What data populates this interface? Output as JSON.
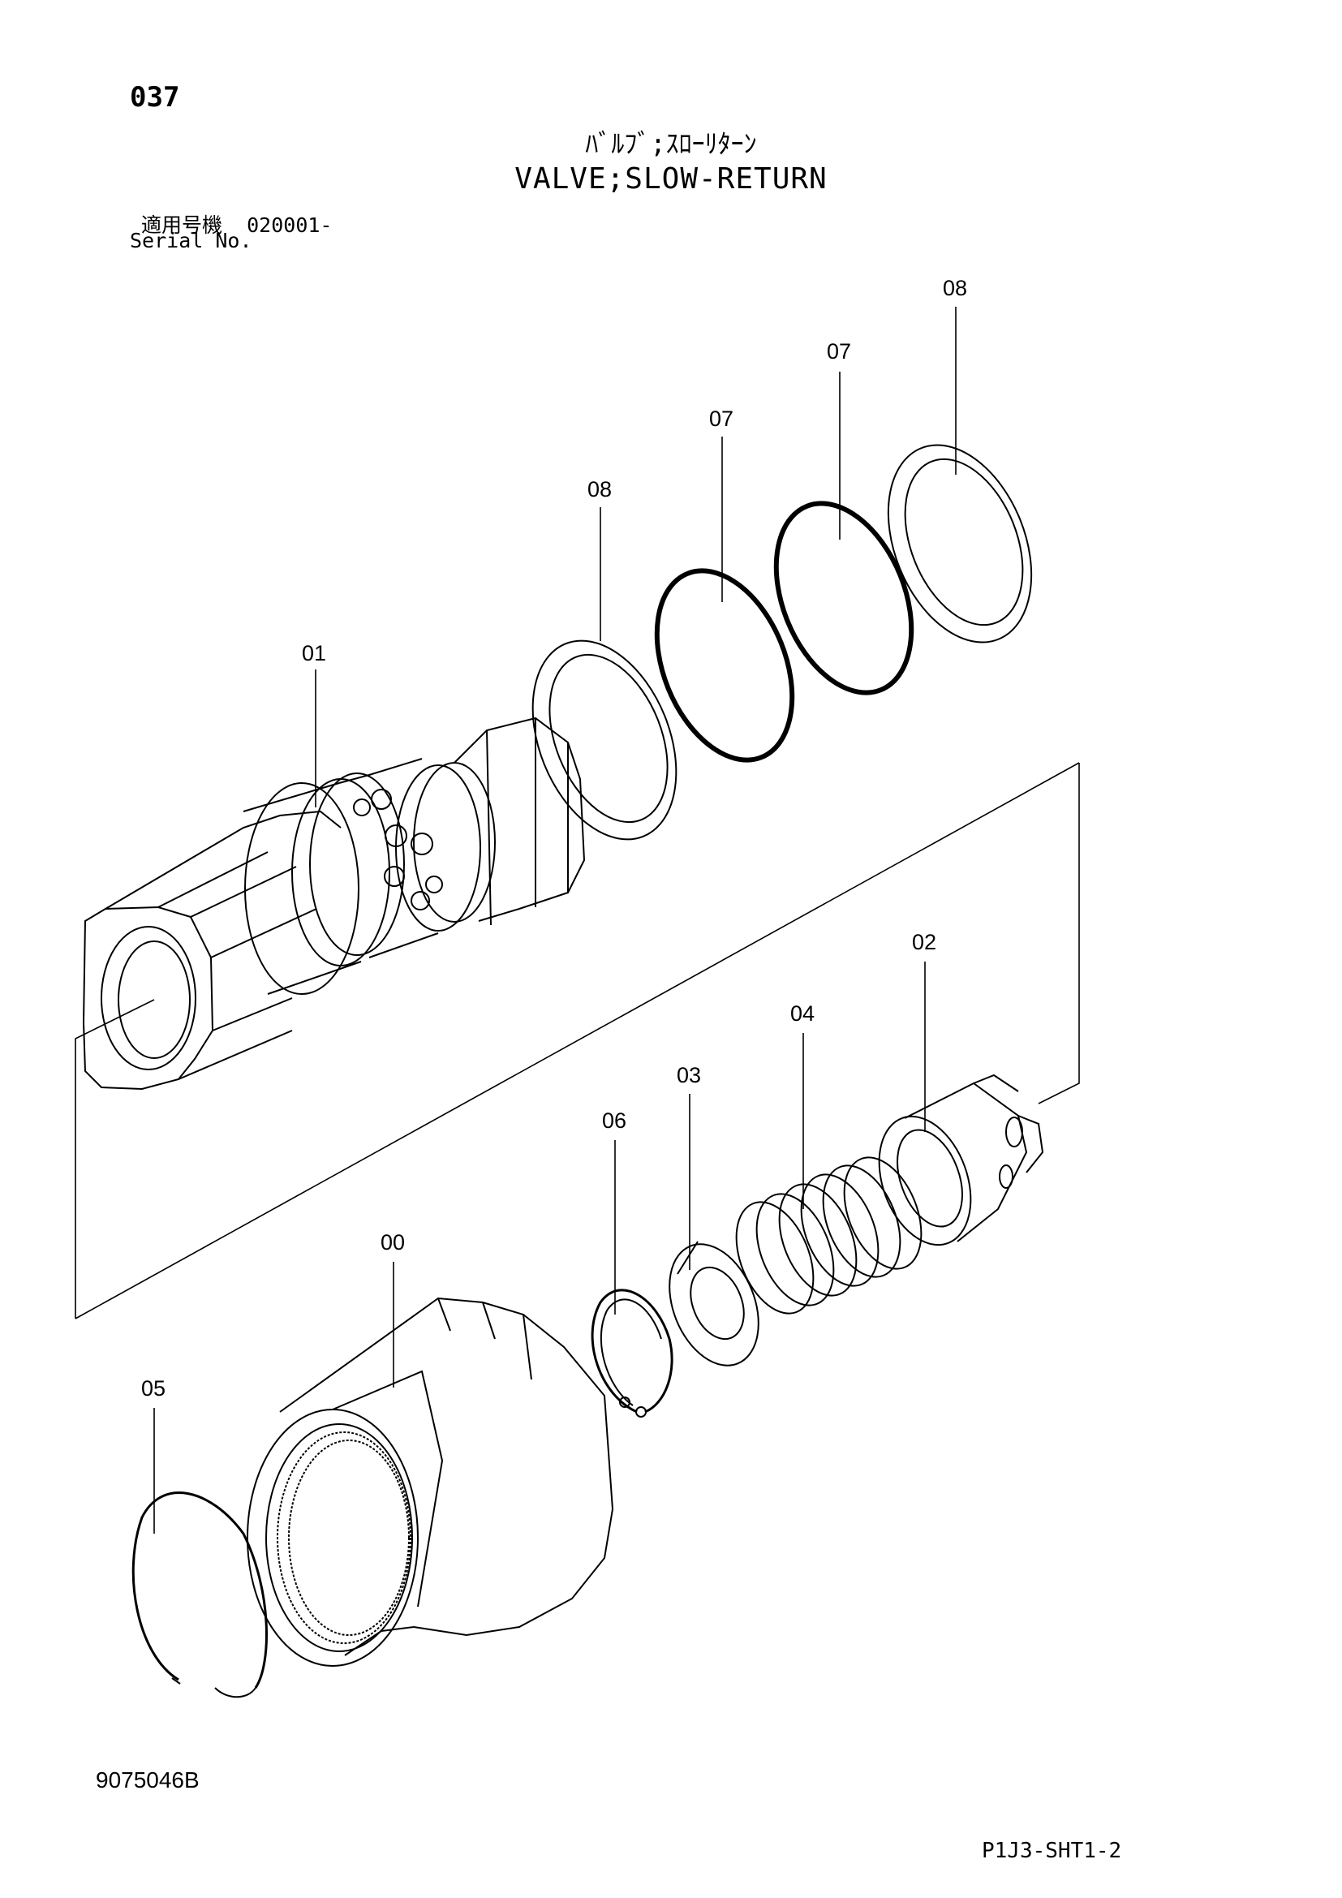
{
  "header": {
    "page_number": "037",
    "title_jp": "ﾊﾞﾙﾌﾞ;ｽﾛｰﾘﾀｰﾝ",
    "title_en": "VALVE;SLOW-RETURN",
    "serial_label_jp": "適用号機",
    "serial_value": "020001-",
    "serial_label_en": "Serial No."
  },
  "callouts": {
    "part_00": "00",
    "part_01": "01",
    "part_02": "02",
    "part_03": "03",
    "part_04": "04",
    "part_05": "05",
    "part_06": "06",
    "part_07a": "07",
    "part_07b": "07",
    "part_08a": "08",
    "part_08b": "08"
  },
  "footer": {
    "doc_code": "9075046B",
    "sheet_code": "P1J3-SHT1-2"
  }
}
